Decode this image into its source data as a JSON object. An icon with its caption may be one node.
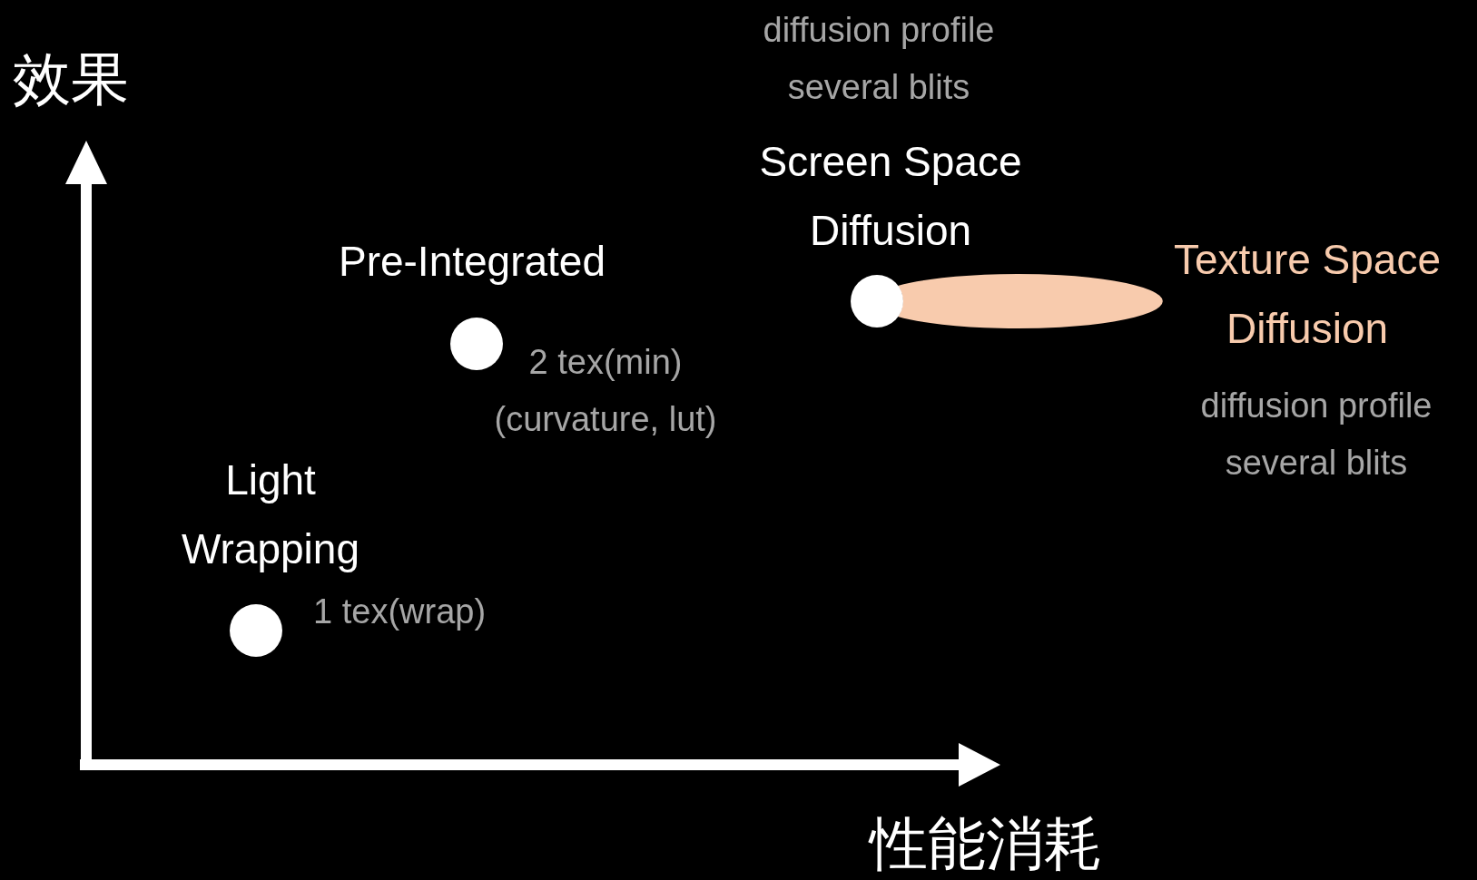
{
  "diagram": {
    "nodes": [
      {
        "text": [],
        "shape": "circle",
        "beside": [
          "Light Wrapping",
          "1 tex(wrap)"
        ]
      },
      {
        "text": [],
        "shape": "circle",
        "beside": [
          "Pre-Integrated",
          "2 tex(min) (curvature, lut)"
        ]
      },
      {
        "text": [],
        "shape": "circle",
        "beside": [
          "diffusion profile several blits",
          "Screen Space Diffusion"
        ]
      },
      {
        "text": [],
        "shape": "ellipse",
        "beside": [
          "Texture Space Diffusion",
          "diffusion profile several blits"
        ]
      }
    ],
    "labels": [
      "效果",
      "性能消耗"
    ]
  }
}
